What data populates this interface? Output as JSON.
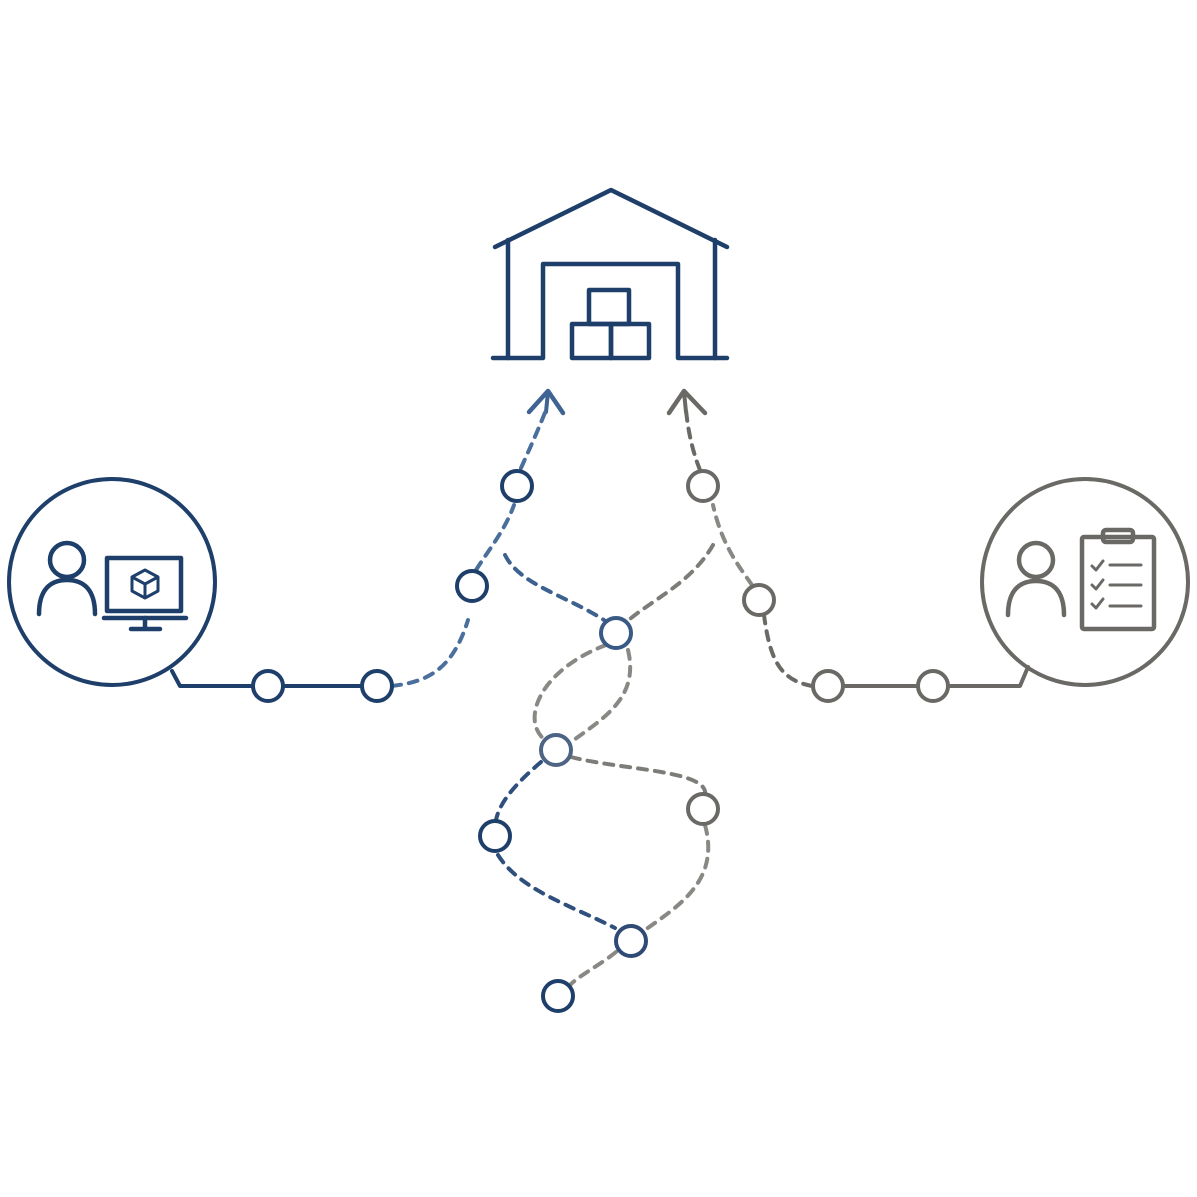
{
  "diagram": {
    "nodes": [
      {
        "id": "warehouse",
        "icon": "warehouse-icon"
      },
      {
        "id": "left-actor",
        "icon": "person-with-monitor-box-icon"
      },
      {
        "id": "right-actor",
        "icon": "person-with-clipboard-checklist-icon"
      }
    ],
    "edges": [
      {
        "from": "left-actor",
        "to": "warehouse",
        "style": "solid-then-dashed",
        "arrow": true
      },
      {
        "from": "right-actor",
        "to": "warehouse",
        "style": "solid-then-dashed",
        "arrow": true
      },
      {
        "from": "bottom-tangle",
        "to": "warehouse",
        "style": "dashed-intertwined",
        "arrow": false
      }
    ]
  },
  "colors": {
    "blue": "#1f3f6b",
    "blue_light": "#4a6f9c",
    "gray": "#6b6965",
    "gray_light": "#9a9894",
    "background": "#ffffff"
  }
}
